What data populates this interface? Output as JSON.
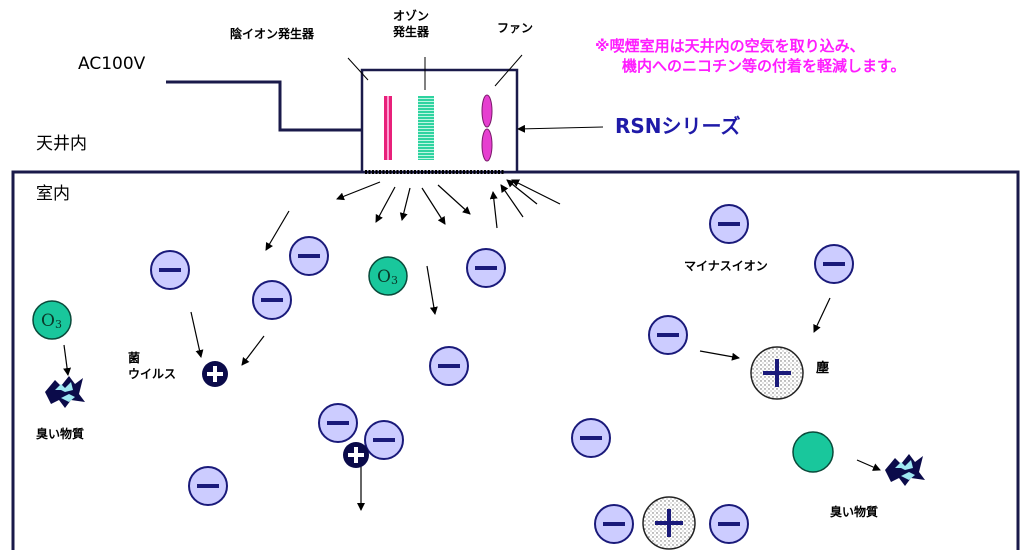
{
  "labels": {
    "neg_ion_gen": "陰イオン発生器",
    "ozone_gen": "オゾン\n発生器",
    "fan": "ファン",
    "ac": "AC100V",
    "ceiling": "天井内",
    "room": "室内",
    "rsn": "RSNシリーズ",
    "note_line1": "※喫煙室用は天井内の空気を取り込み、",
    "note_line2": "機内へのニコチン等の付着を軽減します。",
    "minus_ion": "マイナスイオン",
    "dust": "塵",
    "germ": "菌",
    "virus": "ウイルス",
    "odor_left": "臭い物質",
    "odor_right": "臭い物質",
    "o3_sub": "3",
    "o3_base": "O"
  },
  "colors": {
    "ion_fill": "#ccccff",
    "ion_stroke": "#1a1a7a",
    "ozone_fill": "#19c79c",
    "neg_gen_bar": "#e8207a",
    "ozone_bar": "#2fd3a0",
    "fan_blade": "#e63fd0",
    "positive_fill": "#0b0b4a",
    "note_color": "#ff1cff",
    "rsn_color": "#1f1aa8"
  }
}
